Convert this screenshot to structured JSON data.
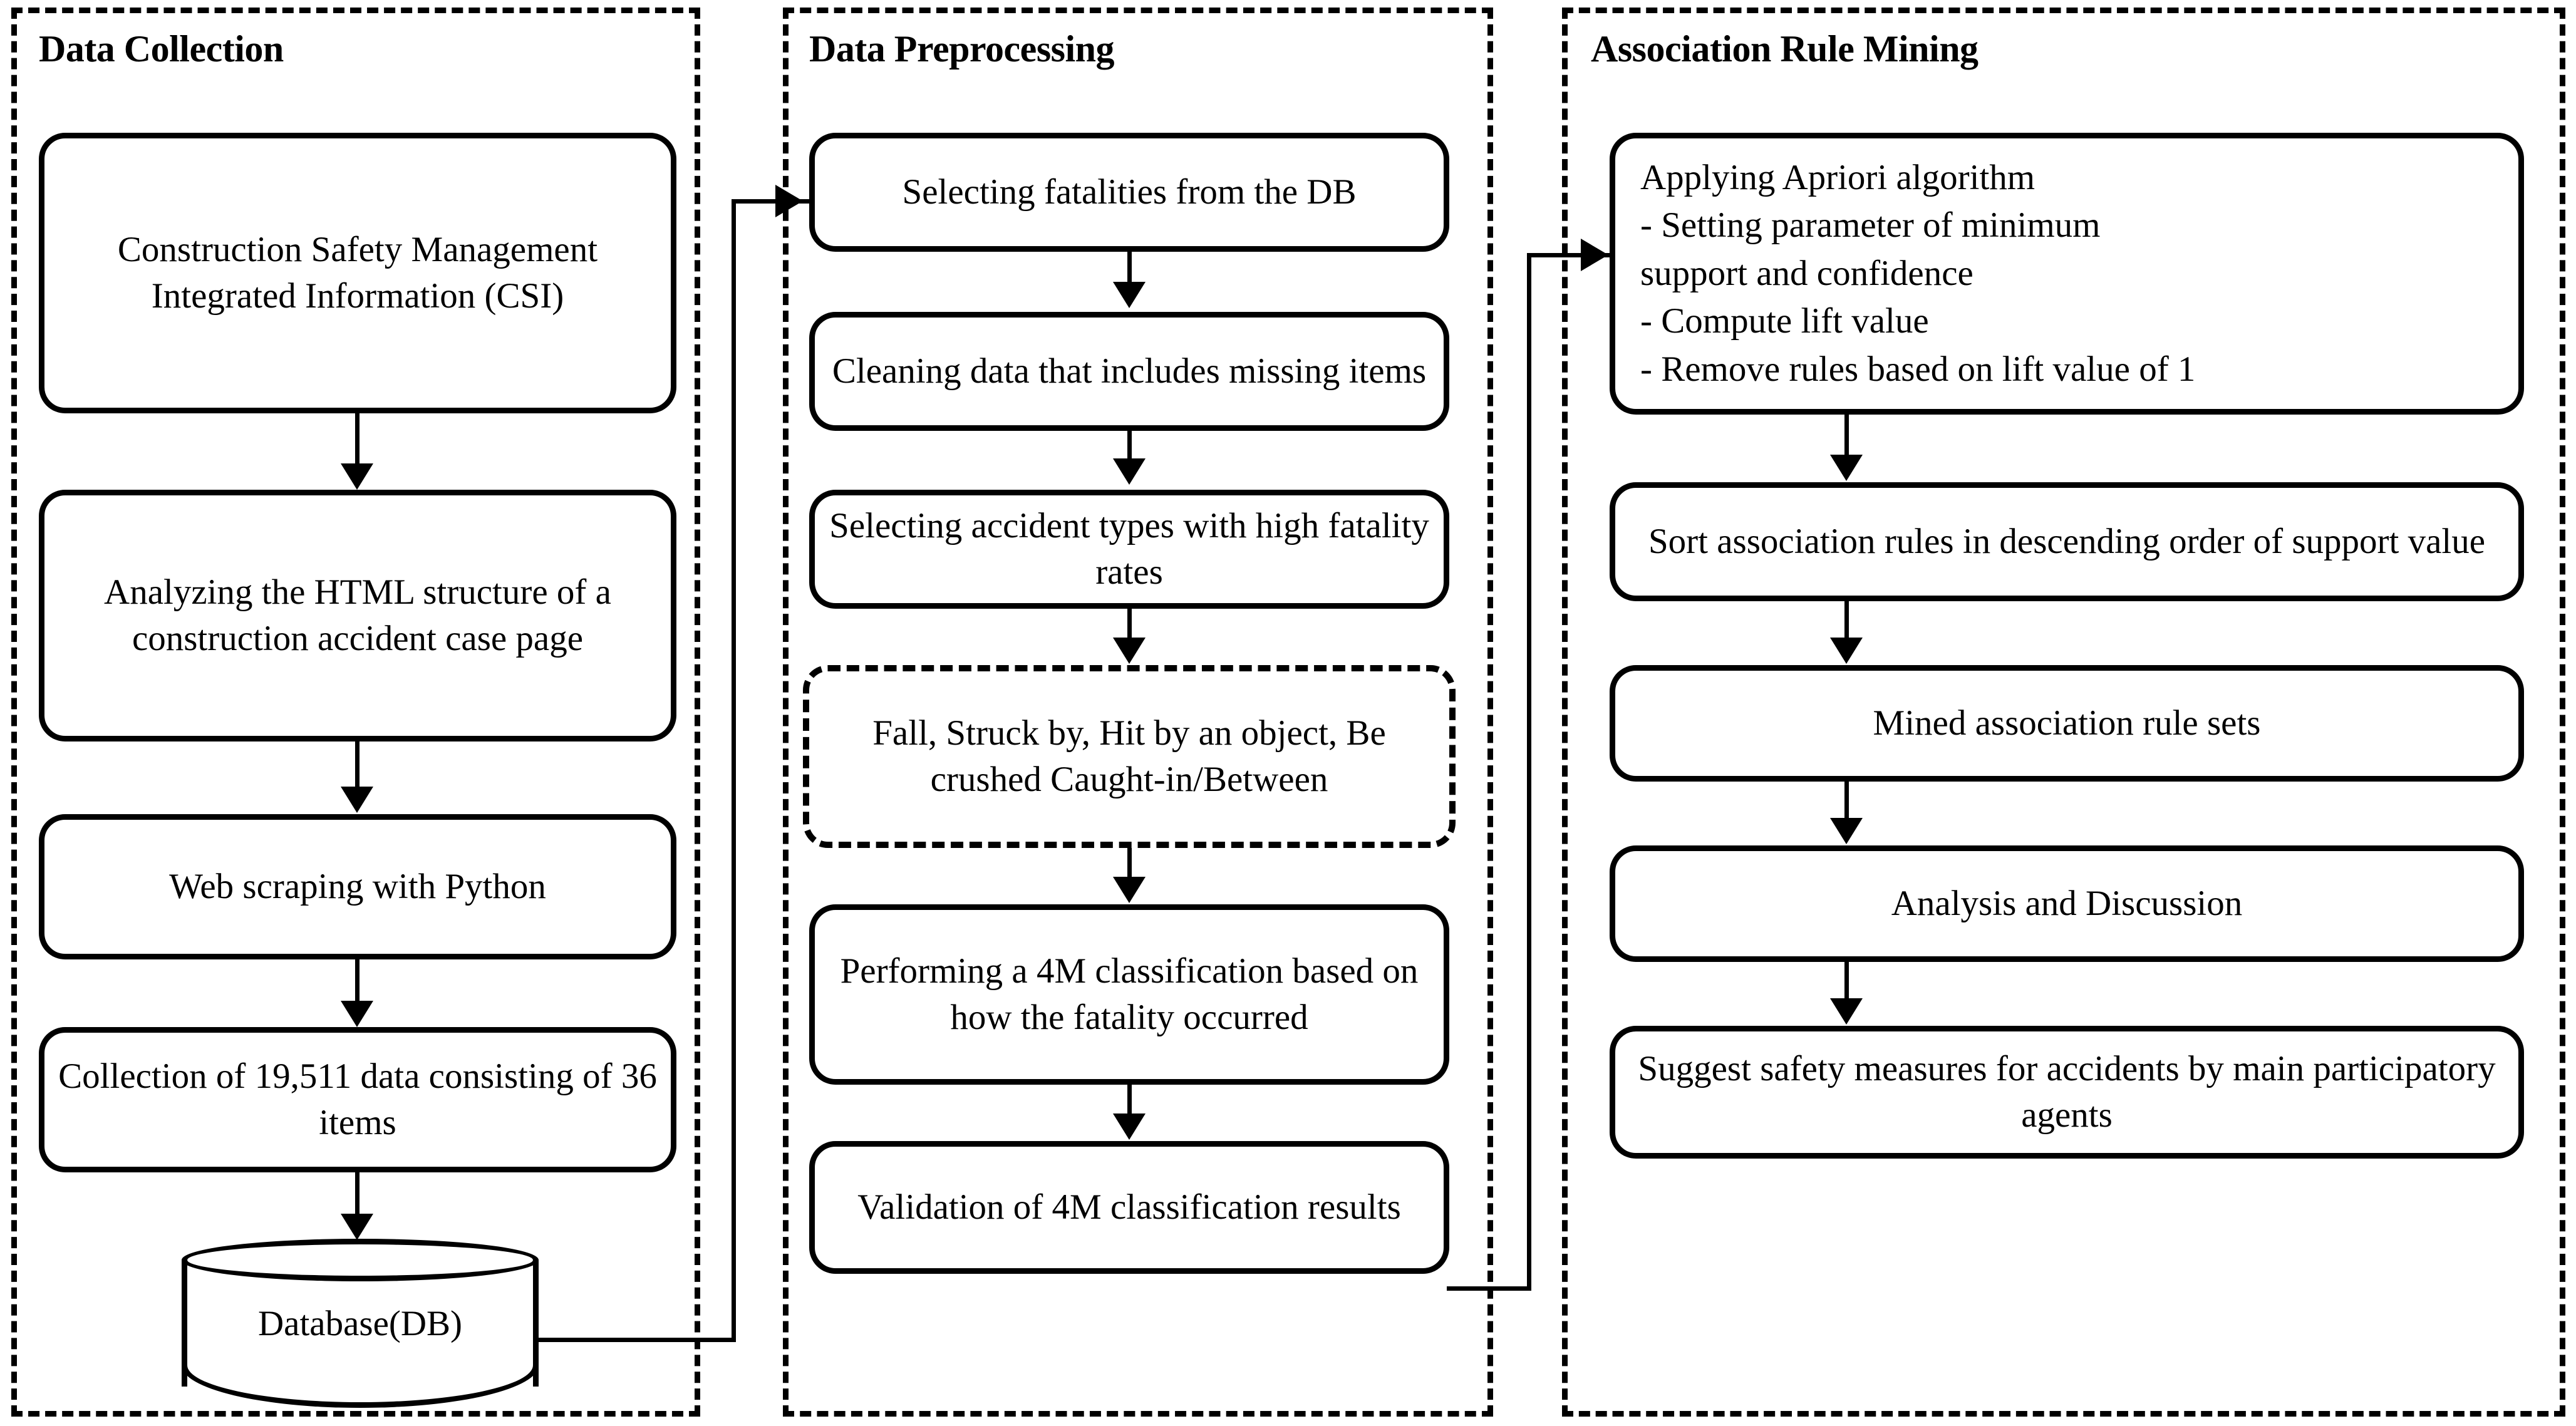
{
  "figure": {
    "type": "flowchart",
    "orientation": "three-column-pipeline"
  },
  "panels": [
    {
      "id": "data-collection",
      "title": "Data Collection",
      "nodes": [
        {
          "id": "csi",
          "shape": "rounded-rect",
          "text": "Construction Safety Management Integrated Information (CSI)"
        },
        {
          "id": "analyze-html",
          "shape": "rounded-rect",
          "text": "Analyzing the HTML structure of a construction accident case page"
        },
        {
          "id": "web-scraping",
          "shape": "rounded-rect",
          "text": "Web scraping with Python"
        },
        {
          "id": "collection",
          "shape": "rounded-rect",
          "text": "Collection of 19,511 data consisting of 36 items"
        },
        {
          "id": "database",
          "shape": "cylinder",
          "text": "Database(DB)"
        }
      ]
    },
    {
      "id": "data-preprocessing",
      "title": "Data Preprocessing",
      "nodes": [
        {
          "id": "select-fatalities",
          "shape": "rounded-rect",
          "text": "Selecting fatalities from the DB"
        },
        {
          "id": "clean-data",
          "shape": "rounded-rect",
          "text": "Cleaning data that includes missing items"
        },
        {
          "id": "select-types",
          "shape": "rounded-rect",
          "text": "Selecting accident types with high  fatality rates"
        },
        {
          "id": "accident-types",
          "shape": "rounded-rect-dashed",
          "text": "Fall, Struck by, Hit by an object, Be crushed Caught-in/Between"
        },
        {
          "id": "four-m-classification",
          "shape": "rounded-rect",
          "text": "Performing a 4M classification based on how the fatality occurred"
        },
        {
          "id": "validation",
          "shape": "rounded-rect",
          "text": "Validation of 4M classification results"
        }
      ]
    },
    {
      "id": "association-rule-mining",
      "title": "Association Rule Mining",
      "nodes": [
        {
          "id": "apriori",
          "shape": "rounded-rect",
          "text": "Applying Apriori algorithm\n- Setting parameter of minimum support and confidence\n- Compute lift value\n- Remove rules based on lift value of 1"
        },
        {
          "id": "sort-rules",
          "shape": "rounded-rect",
          "text": "Sort association rules in descending order of support value"
        },
        {
          "id": "mined-rules",
          "shape": "rounded-rect",
          "text": "Mined association rule sets"
        },
        {
          "id": "analysis",
          "shape": "rounded-rect",
          "text": "Analysis and Discussion"
        },
        {
          "id": "suggest",
          "shape": "rounded-rect",
          "text": "Suggest safety measures for accidents by main participatory agents"
        }
      ]
    }
  ],
  "apriori_lines": [
    "Applying Apriori algorithm",
    "- Setting parameter of minimum",
    "support and confidence",
    "- Compute lift value",
    "- Remove rules based on lift value of 1"
  ],
  "colors": {
    "stroke": "#000000",
    "background": "#ffffff",
    "text": "#000000"
  }
}
